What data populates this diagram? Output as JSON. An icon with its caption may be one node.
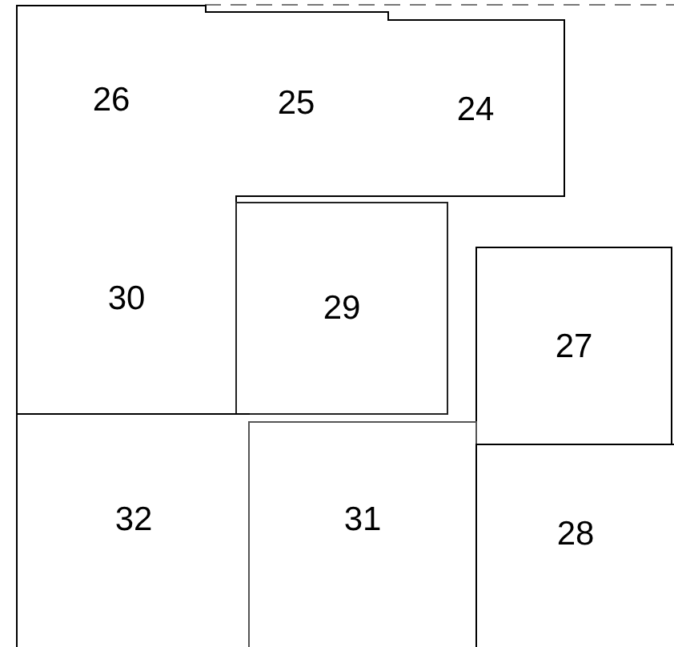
{
  "diagram": {
    "nodes": [
      {
        "text": [
          "26"
        ]
      },
      {
        "text": [
          "25"
        ]
      },
      {
        "text": [
          "24"
        ]
      },
      {
        "text": [
          "30"
        ]
      },
      {
        "text": [
          "29"
        ]
      },
      {
        "text": [
          "27"
        ]
      },
      {
        "text": [
          "32"
        ]
      },
      {
        "text": [
          "31"
        ]
      },
      {
        "text": [
          "28"
        ]
      }
    ]
  }
}
